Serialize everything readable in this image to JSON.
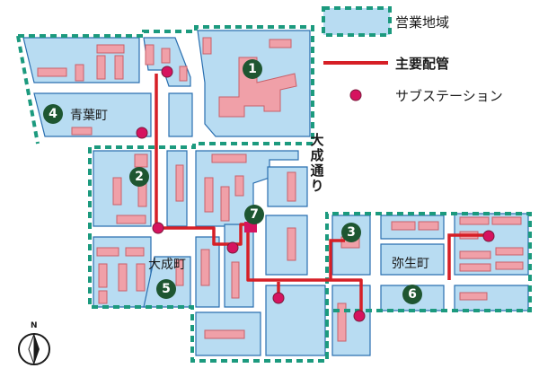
{
  "legend": {
    "business_area": "営業地域",
    "main_pipe": "主要配管",
    "substation": "サブステーション"
  },
  "towns": {
    "aobacho": "青葉町",
    "taiseicho": "大成町",
    "yayoicho": "弥生町"
  },
  "street": {
    "name": "大成通り"
  },
  "markers": [
    "1",
    "2",
    "3",
    "4",
    "5",
    "6",
    "7"
  ],
  "compass": {
    "label": "N"
  },
  "colors": {
    "block": "#b8dcf2",
    "block_edge": "#2a6fb0",
    "building": "#f0a0a8",
    "building_edge": "#c8606a",
    "boundary": "#1c9a7e",
    "pipe": "#d61f26",
    "substation": "#d6135f",
    "marker": "#1e5631"
  }
}
